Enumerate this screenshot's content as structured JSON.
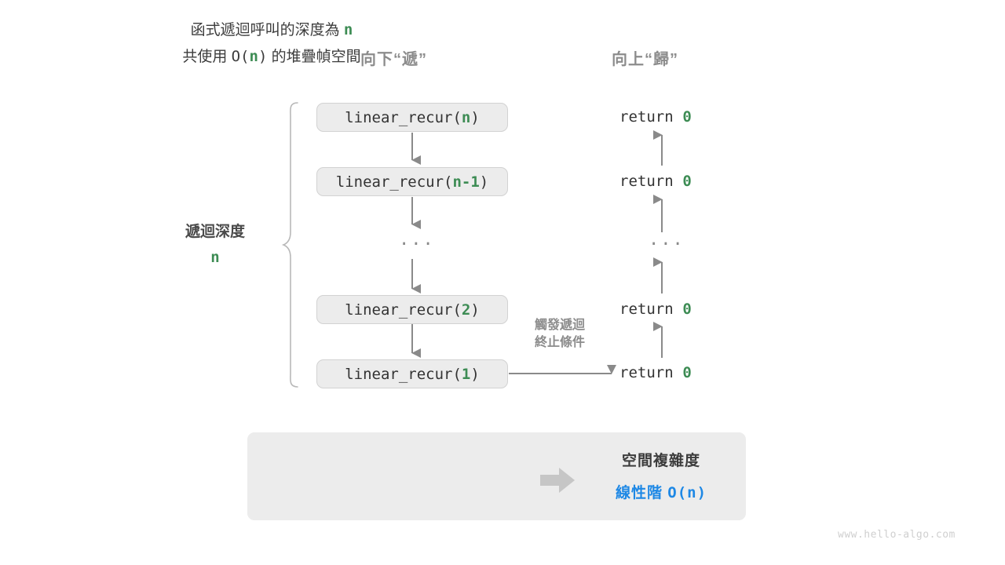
{
  "headers": {
    "down": "向下“遞”",
    "up": "向上“歸”"
  },
  "depth": {
    "label": "遞迴深度",
    "value": "n"
  },
  "calls": [
    {
      "prefix": "linear_recur(",
      "arg": "n",
      "suffix": ")"
    },
    {
      "prefix": "linear_recur(",
      "arg": "n-1",
      "suffix": ")"
    },
    {
      "prefix": "linear_recur(",
      "arg": "2",
      "suffix": ")"
    },
    {
      "prefix": "linear_recur(",
      "arg": "1",
      "suffix": ")"
    }
  ],
  "returns": [
    {
      "keyword": "return",
      "value": "0"
    },
    {
      "keyword": "return",
      "value": "0"
    },
    {
      "keyword": "return",
      "value": "0"
    },
    {
      "keyword": "return",
      "value": "0"
    }
  ],
  "ellipsis": "···",
  "terminate_note": {
    "line1": "觸發遞迴",
    "line2": "終止條件"
  },
  "summary": {
    "line1_a": "函式遞迴呼叫的深度為 ",
    "line1_b": "n",
    "line2_a": "共使用 ",
    "line2_b": "O(",
    "line2_c": "n",
    "line2_d": ")",
    "line2_e": " 的堆疊幀空間",
    "title": "空間複雜度",
    "complexity_label": "線性階",
    "complexity_value": "O(n)"
  },
  "watermark": "www.hello-algo.com",
  "colors": {
    "green": "#3d8c54",
    "blue": "#1e88e5",
    "gray_text": "#8c8c8c",
    "box_fill": "#ececec",
    "box_border": "#d2d2d2",
    "arrow": "#8a8a8a"
  }
}
